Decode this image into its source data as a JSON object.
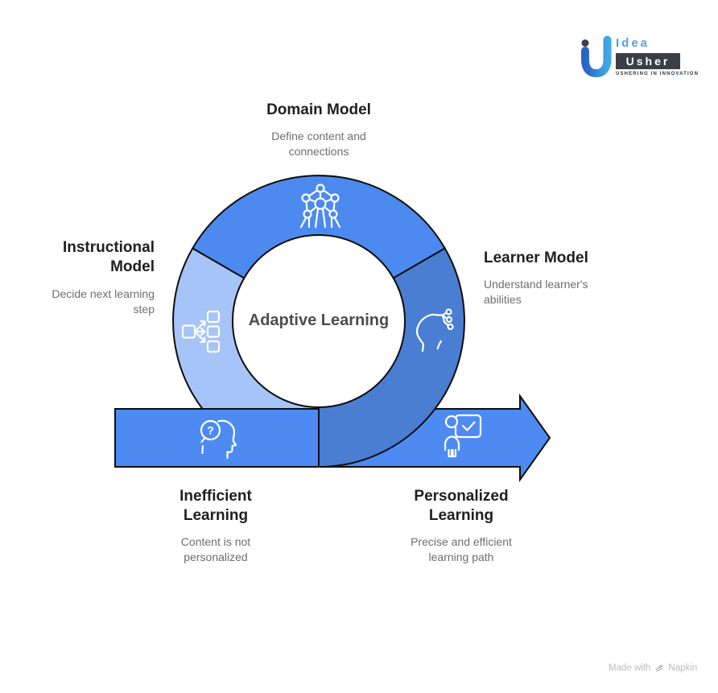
{
  "diagram": {
    "center_label": "Adaptive Learning",
    "sections": {
      "domain": {
        "title": "Domain Model",
        "desc": "Define content and\nconnections"
      },
      "learner": {
        "title": "Learner Model",
        "desc": "Understand learner's\nabilities"
      },
      "instructional": {
        "title": "Instructional\nModel",
        "desc": "Decide next learning\nstep"
      },
      "inefficient": {
        "title": "Inefficient\nLearning",
        "desc": "Content is not\npersonalized"
      },
      "personalized": {
        "title": "Personalized\nLearning",
        "desc": "Precise and efficient\nlearning path"
      }
    }
  },
  "colors": {
    "top_arc": "#4c8af0",
    "left_arc": "#a6c4f8",
    "right_arc": "#4a7ed2",
    "bar": "#4d8bf2",
    "outline": "#0d0d0d",
    "heading": "#1f1f1f",
    "subtext": "#6e6e6e",
    "center_text": "#4d4d4d"
  },
  "icons": {
    "domain": "network-icon",
    "instructional": "flowchart-icon",
    "learner": "ai-head-icon",
    "inefficient": "question-head-icon",
    "personalized": "person-check-icon",
    "question_mark": "?",
    "footer": "napkin-icon"
  },
  "logo": {
    "brand_top": "Idea",
    "brand_bottom": "Usher",
    "tagline": "USHERING IN INNOVATION"
  },
  "footer": {
    "made_with": "Made with",
    "brand": "Napkin"
  }
}
